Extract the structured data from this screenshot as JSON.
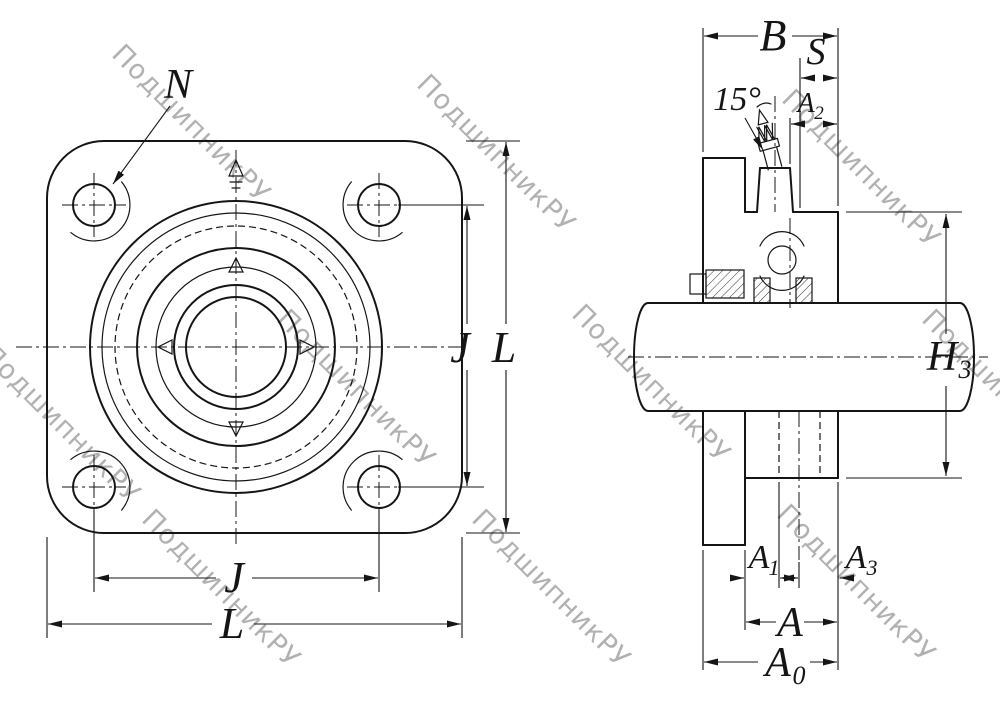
{
  "watermark": {
    "text": "ПодшипникРУ"
  },
  "front_view": {
    "labels": {
      "hole_dia": "N",
      "bolt_spacing_side": "J",
      "flange_size_side": "L",
      "bolt_spacing_bottom": "J",
      "flange_size_bottom": "L"
    }
  },
  "side_view": {
    "labels": {
      "width": "B",
      "s_dim": "S",
      "a2": {
        "base": "A",
        "sub": "2"
      },
      "nipple_angle": "15°",
      "h3": {
        "base": "H",
        "sub": "3"
      },
      "a1": {
        "base": "A",
        "sub": "1"
      },
      "a3": {
        "base": "A",
        "sub": "3"
      },
      "a_dim": "A",
      "a0": {
        "base": "A",
        "sub": "0"
      }
    }
  }
}
